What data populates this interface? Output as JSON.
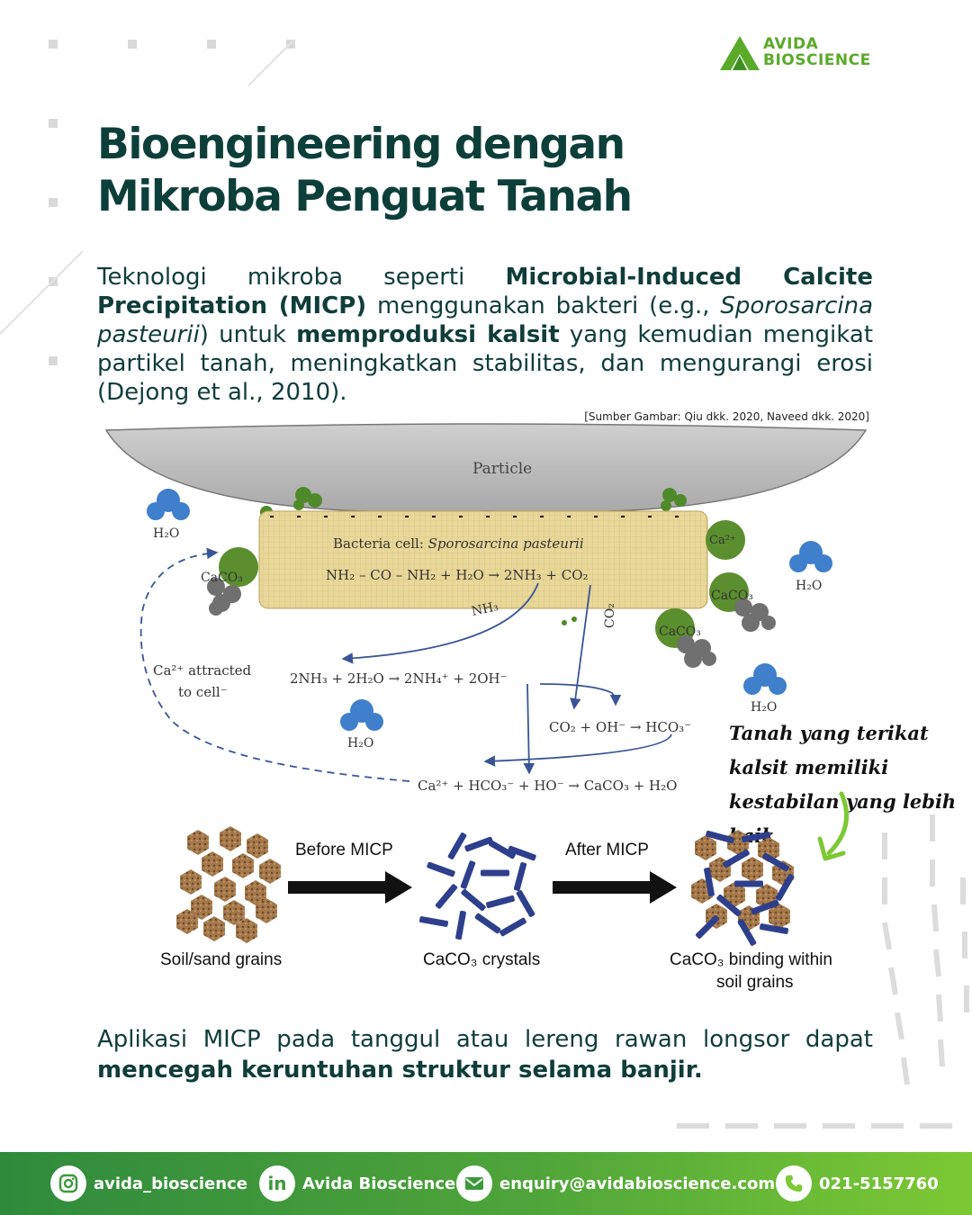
{
  "brand": {
    "logo_line1": "AVIDA",
    "logo_line2": "BIOSCIENCE"
  },
  "title": {
    "line1": "Bioengineering dengan",
    "line2": "Mikroba Penguat Tanah"
  },
  "intro": {
    "p1": "Teknologi mikroba seperti ",
    "b1": "Microbial-Induced Calcite Precipitation (MICP)",
    "p2": " menggunakan bakteri (e.g., ",
    "i1": "Sporosarcina pasteurii",
    "p3": ") untuk ",
    "b2": "memproduksi kalsit",
    "p4": " yang kemudian mengikat partikel tanah, meningkatkan stabilitas, dan mengurangi erosi (Dejong et al., 2010)."
  },
  "source": "[Sumber Gambar: Qiu dkk. 2020, Naveed dkk. 2020]",
  "diagram": {
    "particle": "Particle",
    "bacteria_label": "Bacteria cell: ",
    "bacteria_species": "Sporosarcina pasteurii",
    "eq1": "NH₂ – CO – NH₂ + H₂O → 2NH₃ + CO₂",
    "nh3": "NH₃",
    "co2": "CO₂",
    "eq2": "2NH₃ + 2H₂O → 2NH₄⁺ + 2OH⁻",
    "eq3": "CO₂ + OH⁻ → HCO₃⁻",
    "eq4": "Ca²⁺ + HCO₃⁻ + HO⁻ → CaCO₃ + H₂O",
    "ca_attracted_1": "Ca²⁺ attracted",
    "ca_attracted_2": "to cell⁻",
    "h2o": "H₂O",
    "caco3": "CaCO₃",
    "ca2": "Ca²⁺"
  },
  "annotation": "Tanah yang terikat kalsit memiliki kestabilan yang lebih baik",
  "process": {
    "before": "Before MICP",
    "after": "After MICP",
    "grains": "Soil/sand grains",
    "crystals": "CaCO₃ crystals",
    "binding_1": "CaCO₃ binding within",
    "binding_2": "soil grains"
  },
  "conclusion": {
    "p1": "Aplikasi MICP pada tanggul atau lereng rawan longsor dapat ",
    "b1": "mencegah keruntuhan struktur selama banjir."
  },
  "footer": {
    "instagram": "avida_bioscience",
    "linkedin": "Avida Bioscience",
    "email": "enquiry@avidabioscience.com",
    "phone": "021-5157760"
  },
  "colors": {
    "title": "#0d3f3a",
    "green_brand": "#5aaa2a",
    "footer_start": "#2f8a3c",
    "footer_end": "#7cc934"
  }
}
